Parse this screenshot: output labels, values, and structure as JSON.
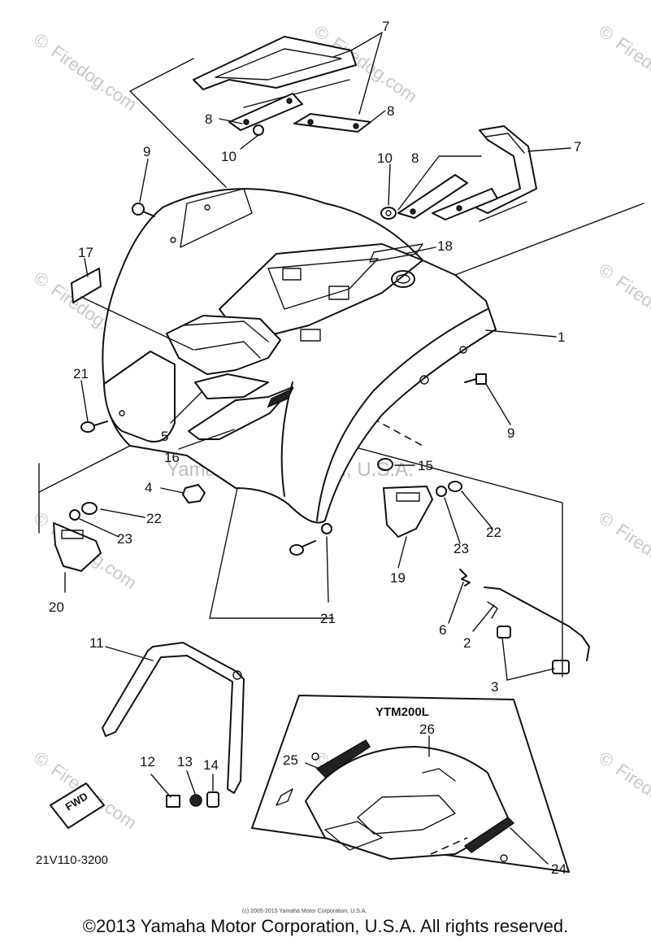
{
  "watermark": {
    "symbol": "©",
    "brand": "Firedog.com",
    "center_text": "Yamaha Motor Corp., U.S.A."
  },
  "model_label": "YTM200L",
  "diagram_code": "21V110-3200",
  "fwd_label": "FWD",
  "small_copyright": "(c) 2005-2015 Yamaha Motor Corporation, U.S.A.",
  "copyright": "©2013 Yamaha Motor Corporation, U.S.A. All rights reserved.",
  "callouts": {
    "c1": "1",
    "c2": "2",
    "c3": "3",
    "c4": "4",
    "c5": "5",
    "c6": "6",
    "c7a": "7",
    "c7b": "7",
    "c8a": "8",
    "c8b": "8",
    "c8c": "8",
    "c9a": "9",
    "c9b": "9",
    "c10a": "10",
    "c10b": "10",
    "c11": "11",
    "c12": "12",
    "c13": "13",
    "c14": "14",
    "c15": "15",
    "c16": "16",
    "c17": "17",
    "c18": "18",
    "c19": "19",
    "c20": "20",
    "c21a": "21",
    "c21b": "21",
    "c22a": "22",
    "c22b": "22",
    "c23a": "23",
    "c23b": "23",
    "c24": "24",
    "c25": "25",
    "c26": "26"
  }
}
